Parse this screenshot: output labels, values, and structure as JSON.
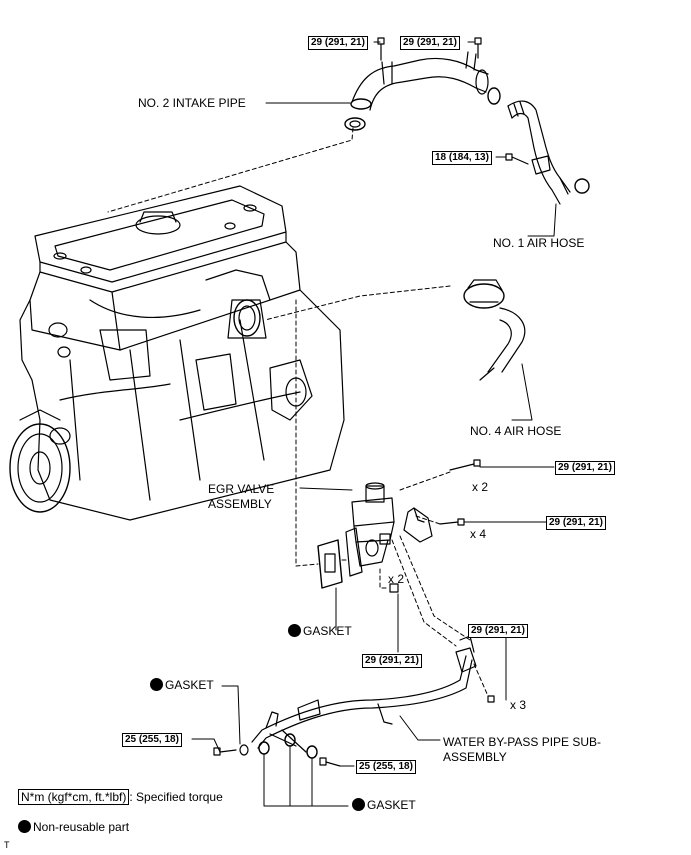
{
  "torques": {
    "t1": "29 (291, 21)",
    "t2": "29 (291, 21)",
    "t3": "18 (184, 13)",
    "t4": "29 (291, 21)",
    "t5": "29 (291, 21)",
    "t6": "29 (291, 21)",
    "t7": "29 (291, 21)",
    "t8": "25 (255, 18)",
    "t9": "25 (255, 18)"
  },
  "labels": {
    "intake_pipe": "NO. 2 INTAKE PIPE",
    "air_hose_1": "NO. 1 AIR HOSE",
    "air_hose_4": "NO. 4 AIR HOSE",
    "egr_valve_line1": "EGR VALVE",
    "egr_valve_line2": "ASSEMBLY",
    "gasket_egr": "GASKET",
    "gasket_pipe_left": "GASKET",
    "gasket_bottom": "GASKET",
    "water_pipe_line1": "WATER BY-PASS PIPE SUB-",
    "water_pipe_line2": "ASSEMBLY",
    "qty_x2_a": "x 2",
    "qty_x4": "x 4",
    "qty_x2_b": "x 2",
    "qty_x3": "x 3"
  },
  "legend": {
    "torque_unit": "N*m (kgf*cm, ft.*lbf)",
    "torque_desc": ": Specified torque",
    "non_reusable": "Non-reusable part",
    "corner_mark": "T"
  }
}
